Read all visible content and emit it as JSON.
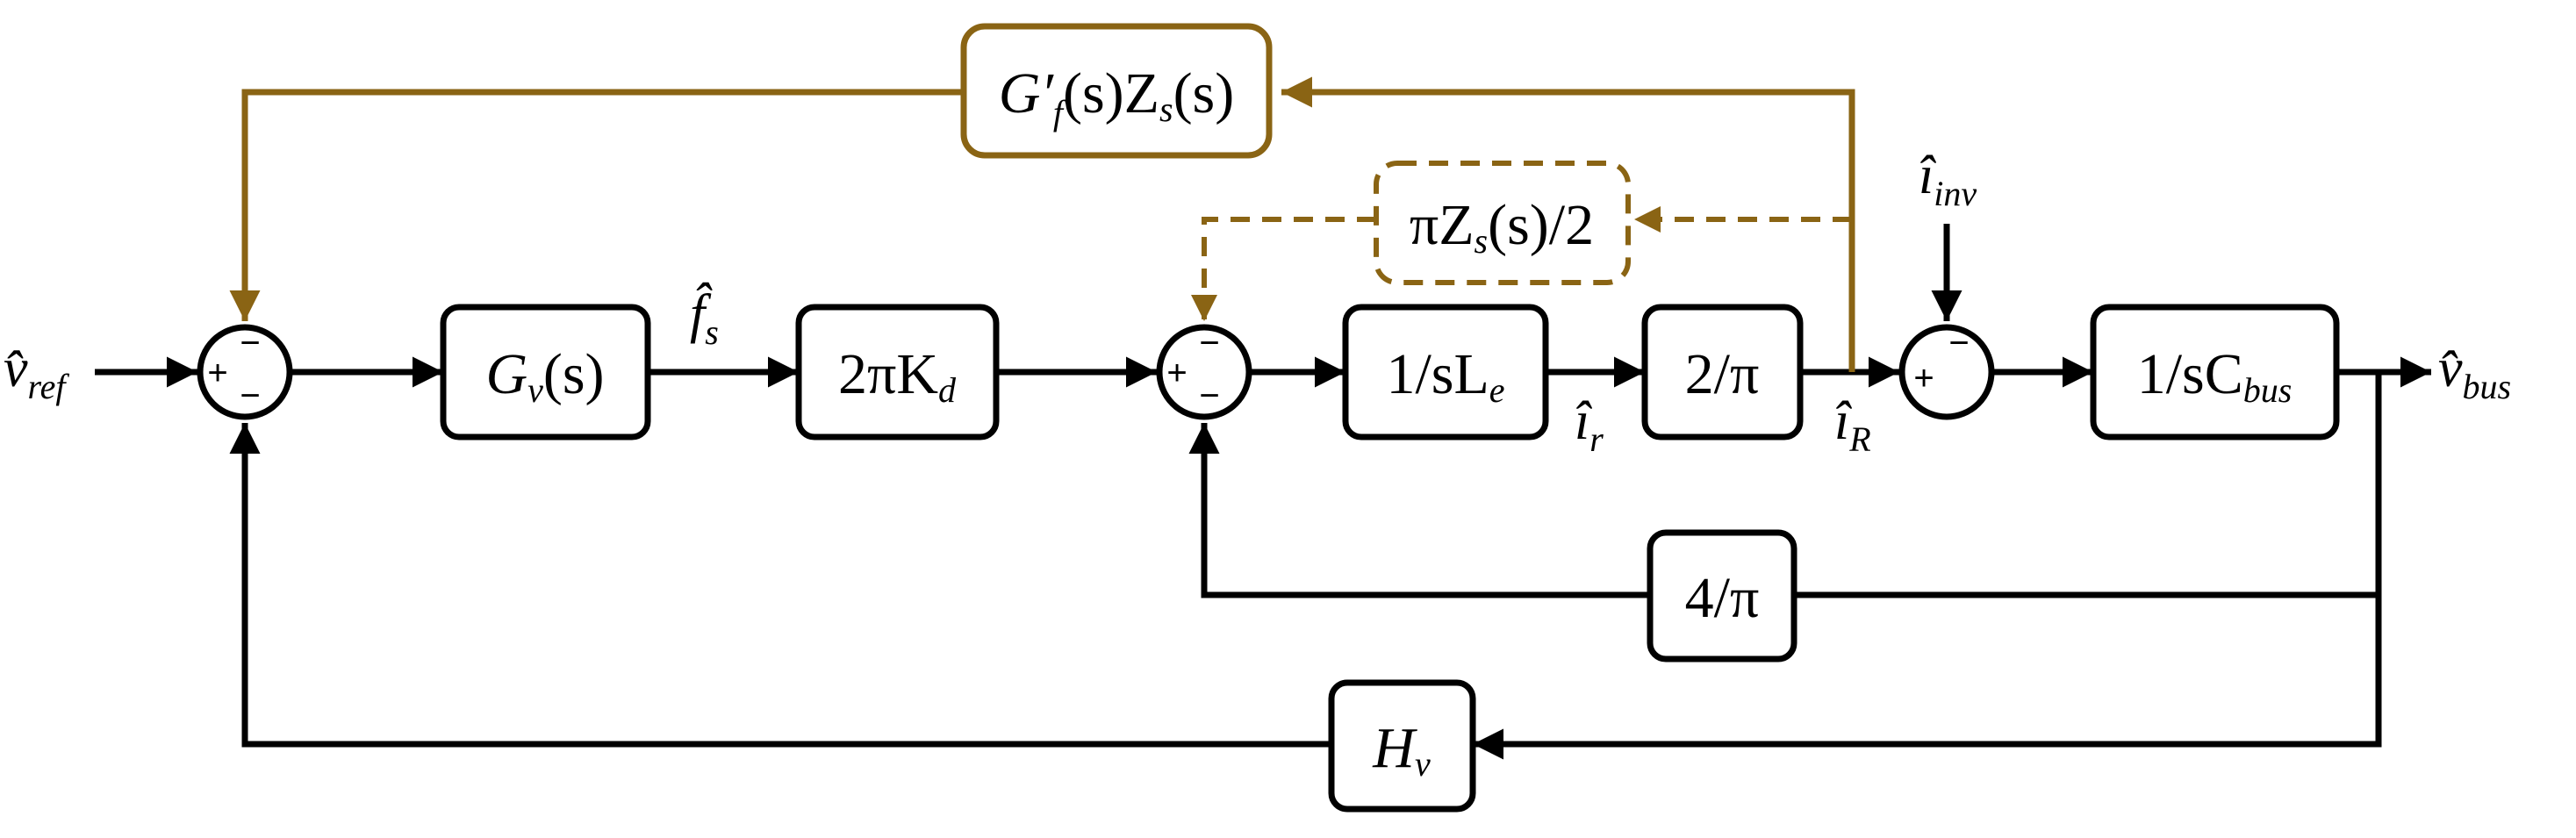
{
  "colors": {
    "main": "#000000",
    "feedforward": "#8a6414"
  },
  "signals": {
    "v_ref": {
      "base": "v̂",
      "sub": "ref"
    },
    "f_s": {
      "base": "f̂",
      "sub": "s"
    },
    "i_r": {
      "base": "î",
      "sub": "r"
    },
    "i_R": {
      "base": "î",
      "sub": "R"
    },
    "i_inv": {
      "base": "î",
      "sub": "inv"
    },
    "v_bus": {
      "base": "v̂",
      "sub": "bus"
    }
  },
  "blocks": {
    "gv": {
      "base": "G",
      "sub": "v",
      "tail": "(s)"
    },
    "kd": {
      "base": "2πK",
      "sub": "d"
    },
    "le": {
      "base": "1/sL",
      "sub": "e"
    },
    "two_pi": {
      "text": "2/π"
    },
    "cbus": {
      "base": "1/sC",
      "sub": "bus"
    },
    "four_pi": {
      "text": "4/π"
    },
    "hv": {
      "base": "H",
      "sub": "v"
    },
    "gf_zs": {
      "base": "G′",
      "sub": "f",
      "tail": "(s)Z",
      "sub2": "s",
      "tail2": "(s)"
    },
    "pi_zs": {
      "base": "πZ",
      "sub": "s",
      "tail": "(s)/2"
    }
  },
  "sums": {
    "plus": "+",
    "minus": "−"
  }
}
